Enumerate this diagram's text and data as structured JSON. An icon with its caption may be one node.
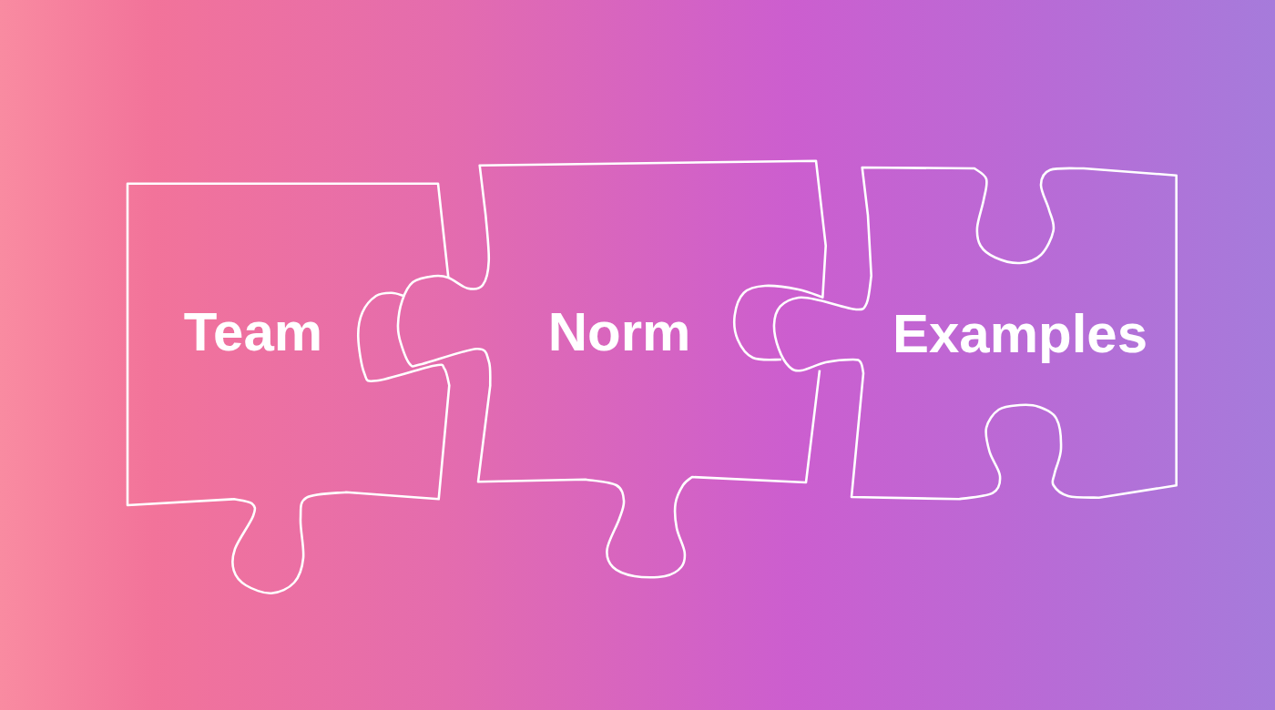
{
  "diagram": {
    "nodes": [
      {
        "text": [
          "Team"
        ]
      },
      {
        "text": [
          "Norm"
        ]
      },
      {
        "text": [
          "Examples"
        ]
      }
    ]
  }
}
